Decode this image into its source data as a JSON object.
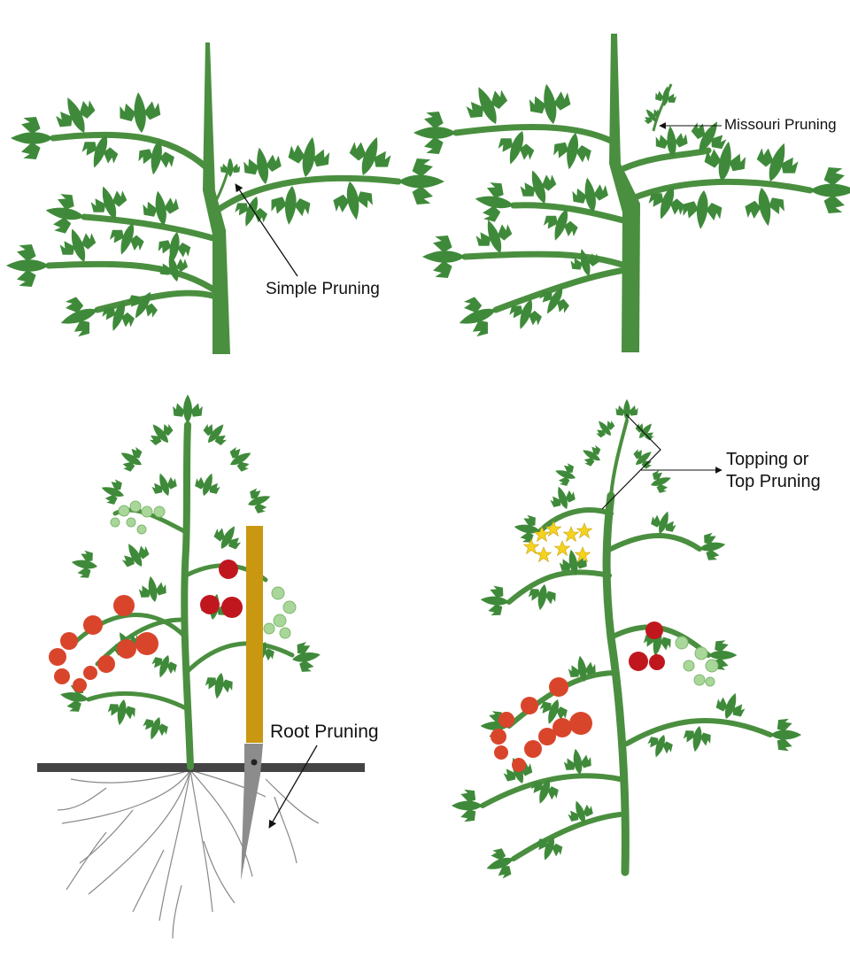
{
  "labels": {
    "simple_pruning": "Simple Pruning",
    "missouri_pruning": "Missouri Pruning",
    "root_pruning": "Root Pruning",
    "topping_line1": "Topping or",
    "topping_line2": "Top Pruning"
  },
  "colors": {
    "background": "#ffffff",
    "foliage": "#3f8a3a",
    "stem": "#4a8f3f",
    "ripe_tomato": "#d9452b",
    "deep_red_tomato": "#c0171f",
    "unripe_tomato": "#a9d79a",
    "flower": "#f4d21f",
    "stake": "#c99710",
    "soil_line": "#444444",
    "spade_blade": "#8c8c8c",
    "roots": "#888888",
    "label_text": "#111111"
  }
}
